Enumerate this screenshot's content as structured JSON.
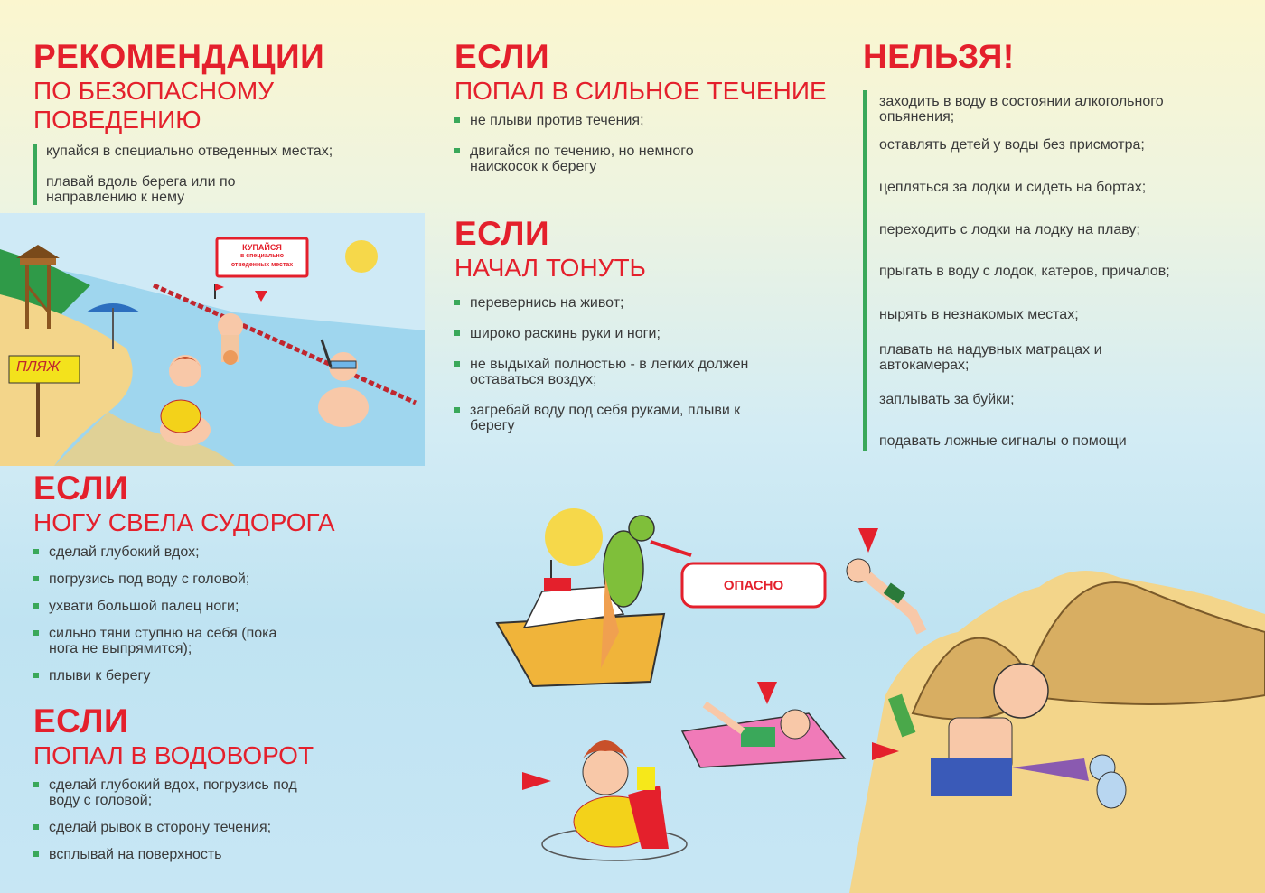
{
  "recommendations": {
    "title": "РЕКОМЕНДАЦИИ",
    "subtitle_1": "ПО БЕЗОПАСНОМУ",
    "subtitle_2": "ПОВЕДЕНИЮ",
    "items": [
      "купайся в специально отведенных местах;",
      "плавай вдоль берега или по направлению к нему"
    ]
  },
  "current": {
    "title": "ЕСЛИ",
    "subtitle": "ПОПАЛ В СИЛЬНОЕ ТЕЧЕНИЕ",
    "items": [
      "не плыви против течения;",
      "двигайся по течению, но немного наискосок к берегу"
    ]
  },
  "drowning": {
    "title": "ЕСЛИ",
    "subtitle": "НАЧАЛ ТОНУТЬ",
    "items": [
      "перевернись на живот;",
      "широко раскинь руки и ноги;",
      "не выдыхай полностью - в легких должен оставаться воздух;",
      "загребай воду под себя руками, плыви к берегу"
    ]
  },
  "forbidden": {
    "title": "НЕЛЬЗЯ!",
    "items": [
      "заходить в воду в состоянии алкогольного опьянения;",
      "оставлять детей у воды без присмотра;",
      "цепляться за лодки и сидеть на бортах;",
      "переходить с лодки на лодку на плаву;",
      "прыгать в воду с лодок, катеров, причалов;",
      "нырять в незнакомых местах;",
      "плавать на надувных матрацах и автокамерах;",
      "заплывать за буйки;",
      "подавать ложные сигналы о помощи"
    ]
  },
  "cramp": {
    "title": "ЕСЛИ",
    "subtitle": "НОГУ СВЕЛА СУДОРОГА",
    "items": [
      "сделай глубокий вдох;",
      "погрузись под воду с головой;",
      "ухвати большой палец ноги;",
      "сильно тяни ступню на себя (пока нога не выпрямится);",
      "плыви к берегу"
    ]
  },
  "whirlpool": {
    "title": "ЕСЛИ",
    "subtitle": "ПОПАЛ В ВОДОВОРОТ",
    "items": [
      "сделай глубокий вдох, погрузись под воду с головой;",
      "сделай рывок в сторону течения;",
      "всплывай на поверхность"
    ]
  },
  "illustration": {
    "beach_sign": "ПЛЯЖ",
    "swim_sign_1": "КУПАЙСЯ",
    "swim_sign_2": "в специально",
    "swim_sign_3": "отведенных местах",
    "danger_bubble": "ОПАСНО"
  },
  "colors": {
    "accent_red": "#e4202c",
    "marker_green": "#3aa85a",
    "text": "#3a3a3a",
    "sand": "#f3d58a",
    "water": "#bfe3f2"
  }
}
